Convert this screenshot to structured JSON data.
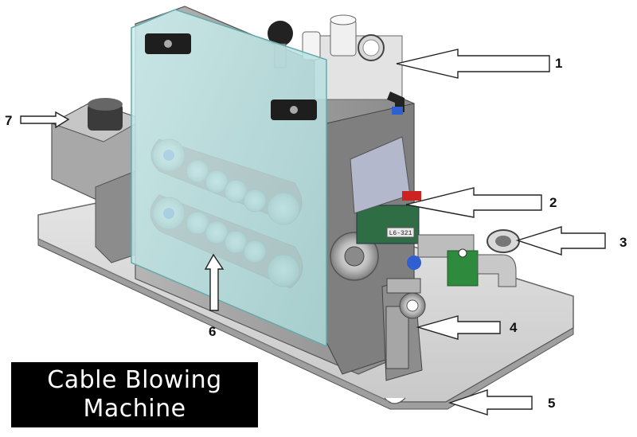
{
  "title": {
    "line1": "Cable Blowing",
    "line2": "Machine"
  },
  "callouts": [
    {
      "id": "1",
      "label": "1"
    },
    {
      "id": "2",
      "label": "2"
    },
    {
      "id": "3",
      "label": "3"
    },
    {
      "id": "4",
      "label": "4"
    },
    {
      "id": "5",
      "label": "5"
    },
    {
      "id": "6",
      "label": "6"
    },
    {
      "id": "7",
      "label": "7"
    }
  ],
  "nameplate_text": "L6-321",
  "colors": {
    "base_plate": "#d9d9d9",
    "glass_guard": "#bfe3e3",
    "belt": "#8a3f3f",
    "body": "#9a9a9a",
    "valve_green": "#2e8b3e",
    "accent_blue": "#2f5fd0",
    "title_bg": "#000000",
    "title_text": "#ffffff"
  }
}
